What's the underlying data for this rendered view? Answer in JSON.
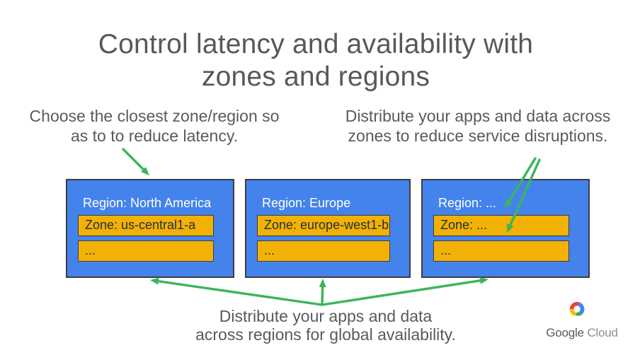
{
  "title": {
    "lines": [
      "Control latency and availability with",
      "zones and regions"
    ]
  },
  "notes": {
    "top_left": {
      "lines": [
        "Choose the closest zone/region so",
        "as to to reduce latency."
      ]
    },
    "top_right": {
      "lines": [
        "Distribute your apps and data across",
        "zones to reduce service disruptions."
      ]
    },
    "bottom": {
      "lines": [
        "Distribute your apps and data",
        "across regions for global availability."
      ]
    }
  },
  "regions": [
    {
      "label": "Region: North America",
      "zone_primary": "Zone: us-central1-a",
      "zone_more": "..."
    },
    {
      "label": "Region: Europe",
      "zone_primary": "Zone: europe-west1-b",
      "zone_more": "..."
    },
    {
      "label": "Region: ...",
      "zone_primary": "Zone: ...",
      "zone_more": "..."
    }
  ],
  "branding": {
    "logo_icon": "google-cloud-logo",
    "wordmark_google": "Google",
    "wordmark_cloud": "Cloud"
  },
  "icons": {
    "arrows": [
      "green-arrow-to-region1-top",
      "green-arrow-to-zone1-region3",
      "green-arrow-to-zone2-region3",
      "green-arrow-to-region1-bottom",
      "green-arrow-to-region2-bottom",
      "green-arrow-to-region3-bottom"
    ]
  },
  "colors": {
    "region_box_blue": "#4583EC",
    "zone_box_yellow": "#F2B105",
    "box_border": "#3D3D3D",
    "arrow_green": "#3DB45A",
    "title_gray": "#58585A",
    "body_gray": "#5A5A5A",
    "zone_text": "#26303E",
    "region_text": "#FFFFFF",
    "logo_red": "#EA4335",
    "logo_blue": "#4285F4",
    "logo_green": "#34A853",
    "logo_yellow": "#FBBC05",
    "wordmark_google": "#5B5B5B",
    "wordmark_cloud": "#8E8E8E"
  }
}
